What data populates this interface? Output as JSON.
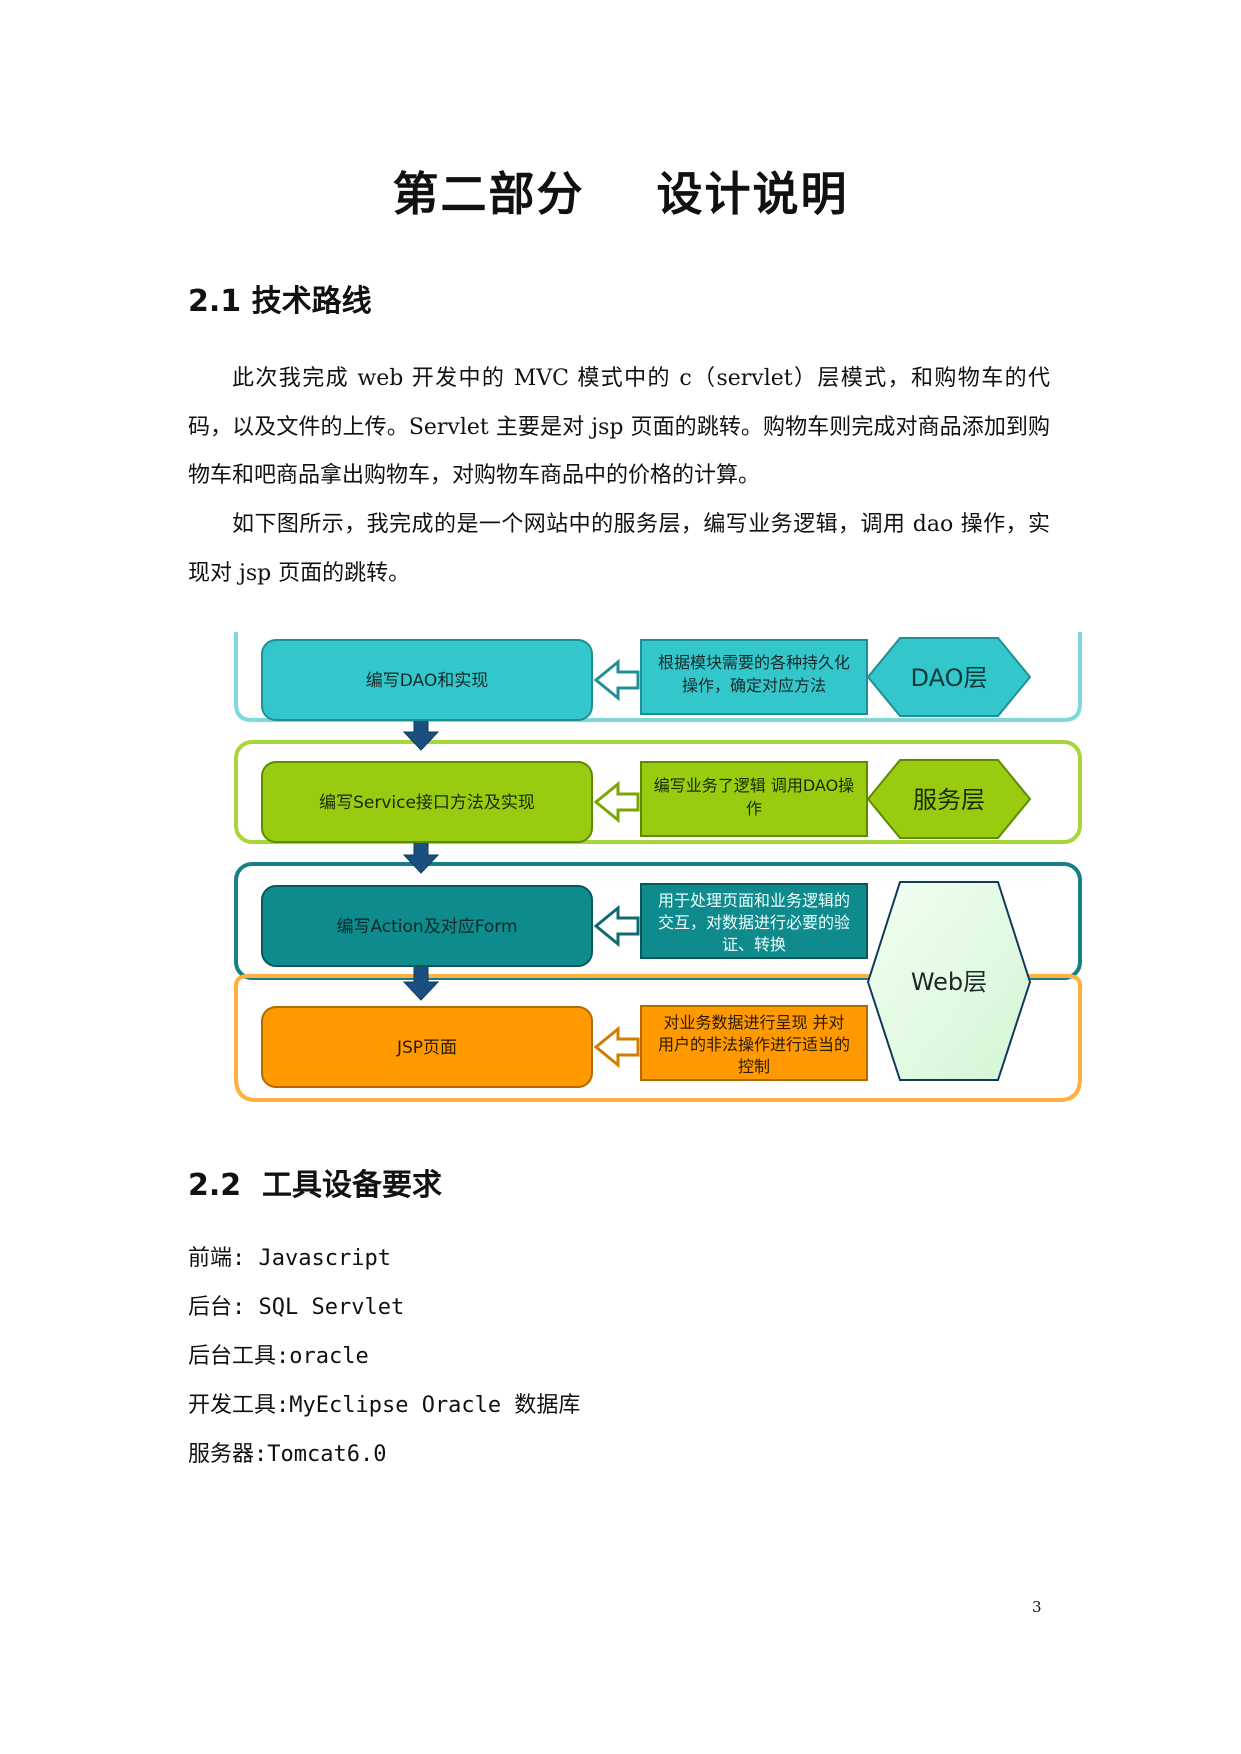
{
  "title": "第二部分    设计说明",
  "sections": {
    "s21": {
      "heading": "2.1 技术路线",
      "paragraphs": [
        "此次我完成 web 开发中的 MVC 模式中的 c（servlet）层模式，和购物车的代码，以及文件的上传。Servlet 主要是对 jsp 页面的跳转。购物车则完成对商品添加到购物车和吧商品拿出购物车，对购物车商品中的价格的计算。",
        "如下图所示，我完成的是一个网站中的服务层，编写业务逻辑，调用 dao 操作，实现对 jsp 页面的跳转。"
      ]
    },
    "s22": {
      "heading": "2.2  工具设备要求",
      "lines": [
        "前端: Javascript",
        "后台: SQL Servlet",
        "后台工具:oracle",
        "开发工具:MyEclipse Oracle 数据库",
        "服务器:Tomcat6.0"
      ]
    }
  },
  "diagram": {
    "rows": [
      {
        "left_box": "编写DAO和实现",
        "desc": [
          "根据模块需要的各种持久化",
          "操作，确定对应方法"
        ],
        "color": "#33c7cc",
        "border": "#7fd9dc"
      },
      {
        "left_box": "编写Service接口方法及实现",
        "desc": [
          "编写业务了逻辑  调用DAO操",
          "作"
        ],
        "color": "#99cc11",
        "border": "#a6d63a"
      },
      {
        "left_box": "编写Action及对应Form",
        "desc": [
          "用于处理页面和业务逻辑的",
          "交互，对数据进行必要的验",
          "证、转换"
        ],
        "color": "#0f8a8d",
        "border": "#177f87"
      },
      {
        "left_box": "JSP页面",
        "desc": [
          "对业务数据进行呈现  并对",
          "用户的非法操作进行适当的",
          "控制"
        ],
        "color": "#ff9900",
        "border": "#ffb040"
      }
    ],
    "layers": [
      "DAO层",
      "服务层",
      "Web层"
    ]
  },
  "page_number": "3"
}
